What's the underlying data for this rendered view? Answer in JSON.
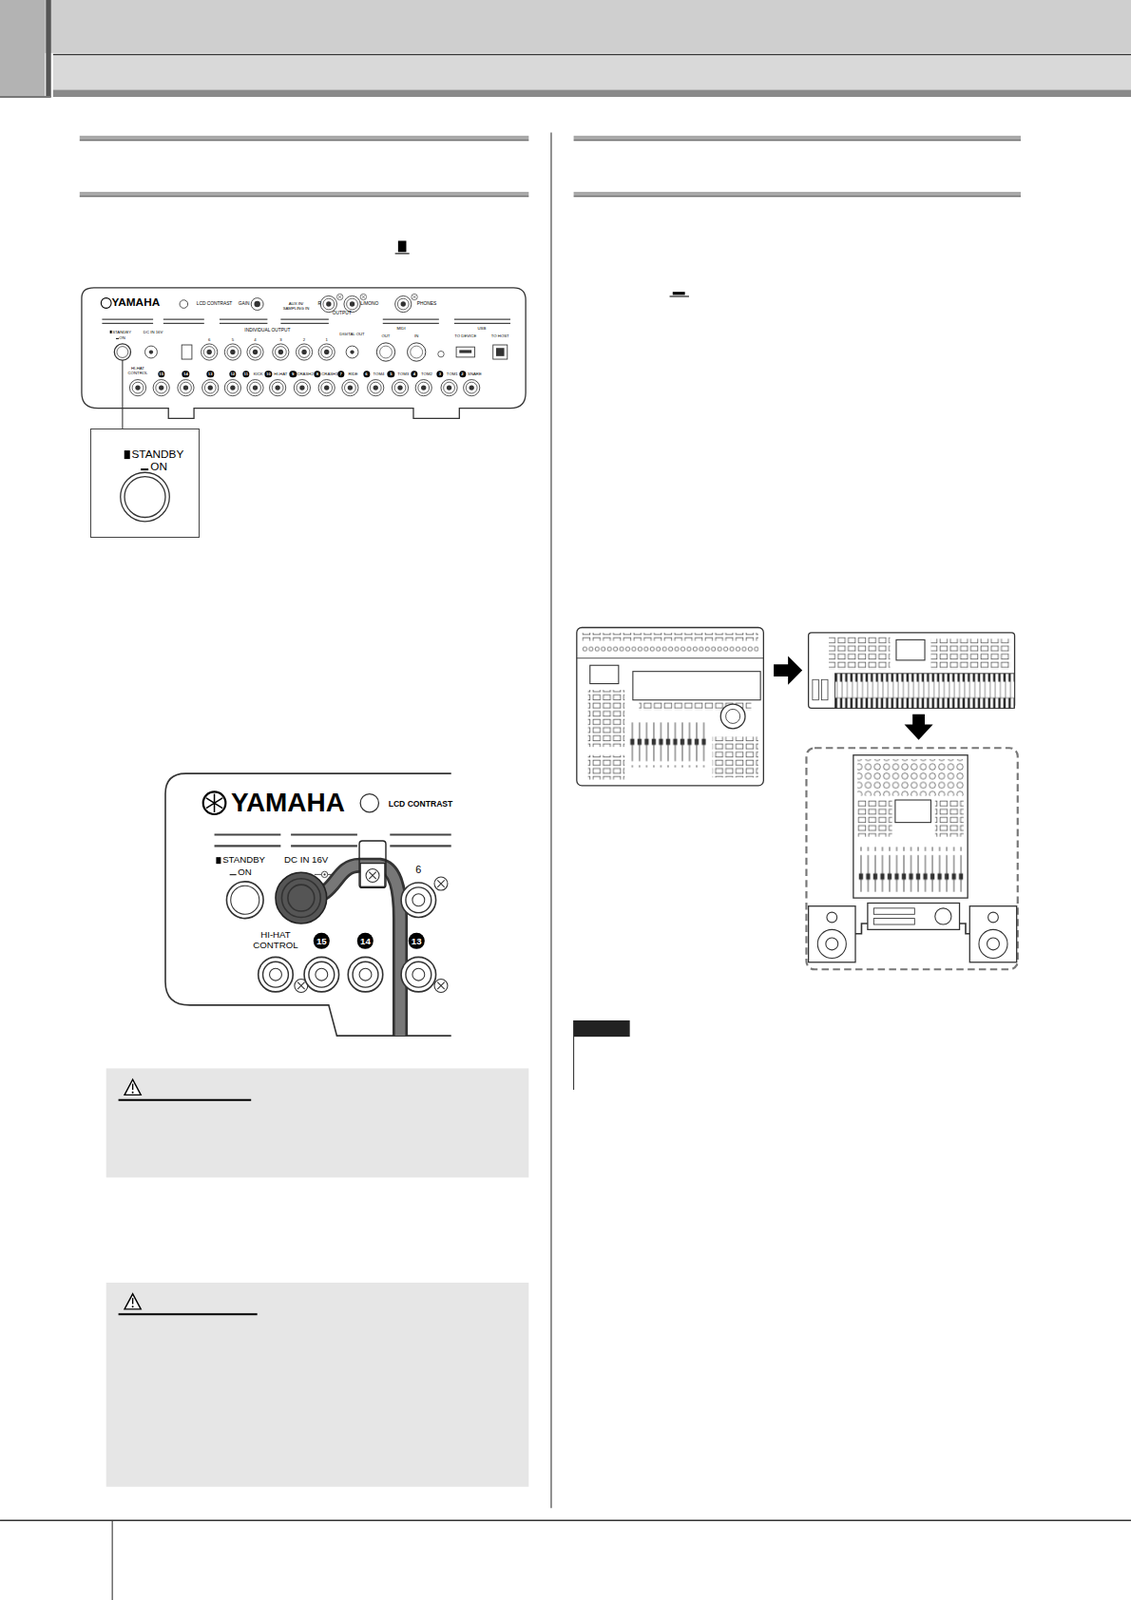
{
  "diagram": {
    "nodes": [
      {
        "text": [
          "STANDBY",
          "ON"
        ]
      }
    ],
    "labels": [
      "YAMAHA",
      "LCD CONTRAST",
      "GAIN",
      "AUX IN/ SAMPLING IN",
      "R",
      "L/MONO",
      "OUTPUT",
      "PHONES",
      "STANDBY",
      "ON",
      "DC IN 16V",
      "INDIVIDUAL OUTPUT",
      "6",
      "5",
      "4",
      "3",
      "2",
      "1",
      "DIGITAL OUT",
      "MIDI",
      "OUT",
      "IN",
      "USB",
      "TO DEVICE",
      "TO HOST",
      "HI-HAT CONTROL",
      "15",
      "14",
      "13",
      "12",
      "11",
      "KICK",
      "10",
      "HI-HAT",
      "9",
      "CRASH2",
      "8",
      "CRASH1",
      "7",
      "RIDE",
      "6",
      "TOM4",
      "5",
      "TOM3",
      "4",
      "TOM2",
      "3",
      "TOM1",
      "2",
      "SNARE",
      "YAMAHA",
      "LCD CONTRAST",
      "STANDBY",
      "ON",
      "DC IN 16V",
      "6",
      "HI-HAT CONTROL",
      "15",
      "14",
      "13"
    ]
  }
}
